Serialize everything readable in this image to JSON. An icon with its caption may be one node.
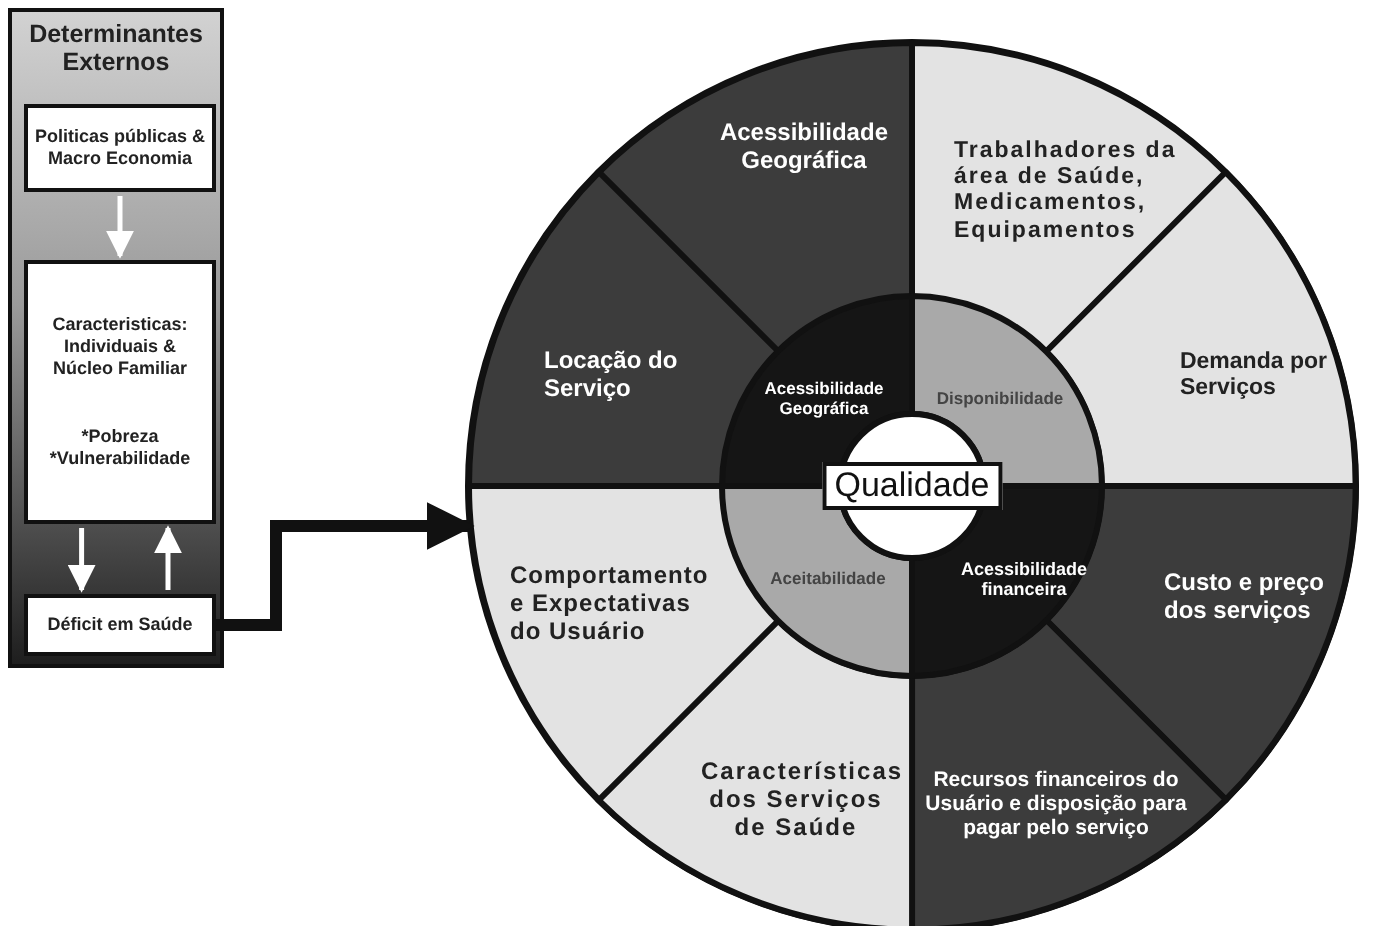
{
  "diagram": {
    "nodes": [
      {
        "text": [
          "Determinantes Externos"
        ]
      },
      {
        "text": [
          "Politicas públicas & Macro Economia"
        ],
        "in": 0
      },
      {
        "text": [
          "Caracteristicas: Individuais & Núcleo Familiar",
          "*Pobreza *Vulnerabilidade"
        ],
        "in": 0
      },
      {
        "text": [
          "Déficit em Saúde"
        ],
        "in": 0
      },
      {
        "text": [],
        "shape": "circle"
      },
      {
        "text": [
          "Acessibilidade Geográfica"
        ],
        "in": 4
      },
      {
        "text": [
          "Trabalhadores da área de Saúde, Medicamentos, Equipamentos"
        ],
        "in": 4
      },
      {
        "text": [
          "Demanda por Serviços"
        ],
        "in": 4
      },
      {
        "text": [
          "Custo e preço dos serviços"
        ],
        "in": 4
      },
      {
        "text": [
          "Recursos financeiros do Usuário e disposição para pagar pelo serviço"
        ],
        "in": 4
      },
      {
        "text": [
          "Características dos Serviços de Saúde"
        ],
        "in": 4
      },
      {
        "text": [
          "Comportamento e Expectativas do Usuário"
        ],
        "in": 4
      },
      {
        "text": [
          "Locação do Serviço"
        ],
        "in": 4
      },
      {
        "text": [
          "Acessibilidade Geográfica"
        ],
        "in": 4
      },
      {
        "text": [
          "Disponibilidade"
        ],
        "in": 4
      },
      {
        "text": [
          "Acessibilidade financeira"
        ],
        "in": 4
      },
      {
        "text": [
          "Aceitabilidade"
        ],
        "in": 4
      },
      {
        "text": [
          "Qualidade"
        ],
        "in": 4
      }
    ],
    "edges": [
      {
        "from": 1,
        "to": 2,
        "arrow": "to"
      },
      {
        "from": 2,
        "to": 3,
        "arrow": "to"
      },
      {
        "from": 3,
        "to": 2,
        "arrow": "to"
      },
      {
        "from": 3,
        "to": 4,
        "arrow": "to",
        "style": "thick",
        "color": "#111111"
      }
    ]
  }
}
